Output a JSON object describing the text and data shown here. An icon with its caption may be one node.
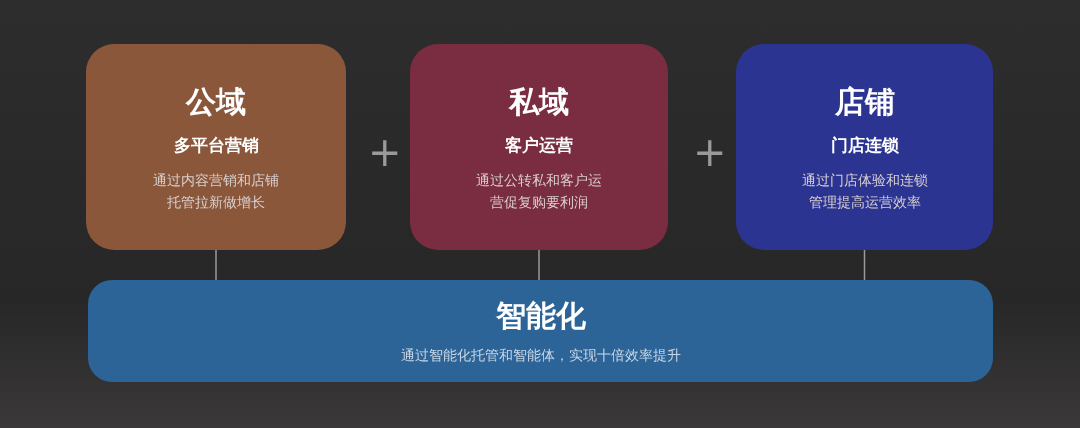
{
  "diagram": {
    "nodes": [
      {
        "text": [
          "公域",
          "多平台营销",
          "通过内容营销和店铺托管拉新做增长"
        ]
      },
      {
        "text": [
          "私域",
          "客户运营",
          "通过公转私和客户运营促复购要利润"
        ]
      },
      {
        "text": [
          "店铺",
          "门店连锁",
          "通过门店体验和连锁管理提高运营效率"
        ]
      },
      {
        "text": [
          "智能化",
          "通过智能化托管和智能体，实现十倍效率提升"
        ]
      }
    ],
    "edges": [
      {
        "from": 0,
        "to": 3,
        "arrow": "none"
      },
      {
        "from": 1,
        "to": 3,
        "arrow": "none"
      },
      {
        "from": 2,
        "to": 3,
        "arrow": "none"
      }
    ],
    "labels": [
      "+",
      "+"
    ]
  }
}
